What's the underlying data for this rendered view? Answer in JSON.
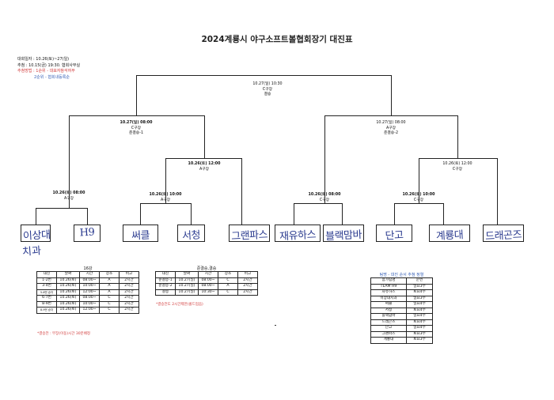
{
  "title": "2024계룡시 야구소프트볼협회장기 대진표",
  "info": {
    "line1": "대회일자 : 10.26(토)~27(일)",
    "line2": "추첨 : 10.15(금) 19:30. 협회사무실",
    "line3": "추첨방법 : 1순위 - 대표자참석여부",
    "line4": "2순위 - 협회내등록순"
  },
  "final": {
    "time": "10.27(일) 10:30",
    "field": "C구장",
    "name": "결승"
  },
  "semi1": {
    "time": "10.27(일) 08:00",
    "field": "C구장",
    "name": "준결승-1"
  },
  "semi2": {
    "time": "10.27(일) 08:00",
    "field": "A구장",
    "name": "준결승-2"
  },
  "qf_left": {
    "time": "10.26(토) 12:00",
    "field": "A구장"
  },
  "qf_right": {
    "time": "10.26(토) 12:00",
    "field": "C구장"
  },
  "r1_1": {
    "time": "10.26(토) 08:00",
    "field": "A구장"
  },
  "r1_2": {
    "time": "10.26(토) 10:00",
    "field": "A구장"
  },
  "r1_3": {
    "time": "10.26(토) 08:00",
    "field": "C구장"
  },
  "r1_4": {
    "time": "10.26(토) 10:00",
    "field": "C구장"
  },
  "teams": [
    "이상대",
    "H9",
    "써클",
    "서청",
    "그랜파스",
    "재유하스",
    "블랙맘바",
    "단고",
    "계룡대",
    "드래곤즈"
  ],
  "team1_extra": "치과",
  "table16": {
    "caption": "16강",
    "headers": [
      "대진",
      "날짜",
      "시간",
      "장소",
      "비고"
    ],
    "rows": [
      [
        "1-2번",
        "10.26(토)",
        "08:00~",
        "A",
        "2시간"
      ],
      [
        "3-4번",
        "10.26(토)",
        "10:00~",
        "A",
        "2시간"
      ],
      [
        "5-6번 승자",
        "10.26(토)",
        "12:00~",
        "A",
        "2시간"
      ],
      [
        "6-7번",
        "10.26(토)",
        "08:00~",
        "C",
        "2시간"
      ],
      [
        "8-9번",
        "10.26(토)",
        "10:00~",
        "C",
        "2시간"
      ],
      [
        "8-9번 승자",
        "10.26(토)",
        "12:00~",
        "C",
        "2시간"
      ]
    ]
  },
  "table16_note": "*결승전 : 무장(이동)시간 30분배정",
  "tableSF": {
    "caption": "준결승,결승",
    "headers": [
      "대진",
      "날짜",
      "시간",
      "장소",
      "비고"
    ],
    "rows": [
      [
        "준결승-1",
        "10.27(일)",
        "08:00~",
        "C",
        "2시간"
      ],
      [
        "준결승-2",
        "10.27(일)",
        "08:00~",
        "A",
        "2시간"
      ],
      [
        "결승",
        "10.27(일)",
        "10:30~",
        "C",
        "2시간"
      ]
    ]
  },
  "tableSF_note": "*결승전도 2시간제한(콜드업음)",
  "tableOrder": {
    "caption": "팀명 - 대진 순서 추첨 정렬",
    "headers": [
      "참가팀명",
      "순번"
    ],
    "rows": [
      [
        "TEAM H9",
        "일요3부"
      ],
      [
        "자유하스",
        "토요4부"
      ],
      [
        "이상대치과",
        "일요3부"
      ],
      [
        "써클",
        "일요4부"
      ],
      [
        "서청",
        "토요4부"
      ],
      [
        "블랙맘바",
        "일요4부"
      ],
      [
        "드래곤즈",
        "토요4부"
      ],
      [
        "단고",
        "일요4부"
      ],
      [
        "그랜파스",
        "토요3부"
      ],
      [
        "계룡대",
        "토요3부"
      ]
    ]
  }
}
